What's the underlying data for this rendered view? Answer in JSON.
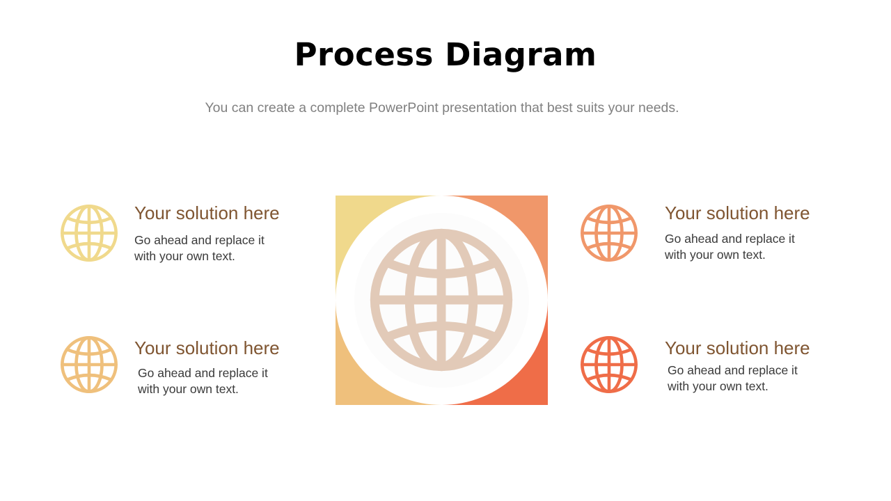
{
  "slide": {
    "title": "Process Diagram",
    "subtitle": "You can create a complete PowerPoint presentation that best suits your needs."
  },
  "center": {
    "icon": "globe-icon",
    "quadrant_colors": {
      "top_left": "#f0d98c",
      "top_right": "#f0976a",
      "bottom_left": "#efc07c",
      "bottom_right": "#ef6d48"
    },
    "globe_color": "#e2cab8"
  },
  "items": [
    {
      "position": "top-left",
      "icon": "globe-icon",
      "icon_color": "#f0d98c",
      "heading": "Your solution here",
      "body": "Go ahead and replace it\nwith your own text."
    },
    {
      "position": "bottom-left",
      "icon": "globe-icon",
      "icon_color": "#efc07c",
      "heading": "Your solution here",
      "body": "Go ahead and replace it\nwith your own text."
    },
    {
      "position": "top-right",
      "icon": "globe-icon",
      "icon_color": "#f0976a",
      "heading": "Your solution here",
      "body": "Go ahead and replace it\nwith your own text."
    },
    {
      "position": "bottom-right",
      "icon": "globe-icon",
      "icon_color": "#ef6d48",
      "heading": "Your solution here",
      "body": "Go ahead and replace it\nwith your own text."
    }
  ],
  "colors": {
    "heading": "#7f5531",
    "body_text": "#3a3a3a",
    "subtitle": "#808080"
  }
}
